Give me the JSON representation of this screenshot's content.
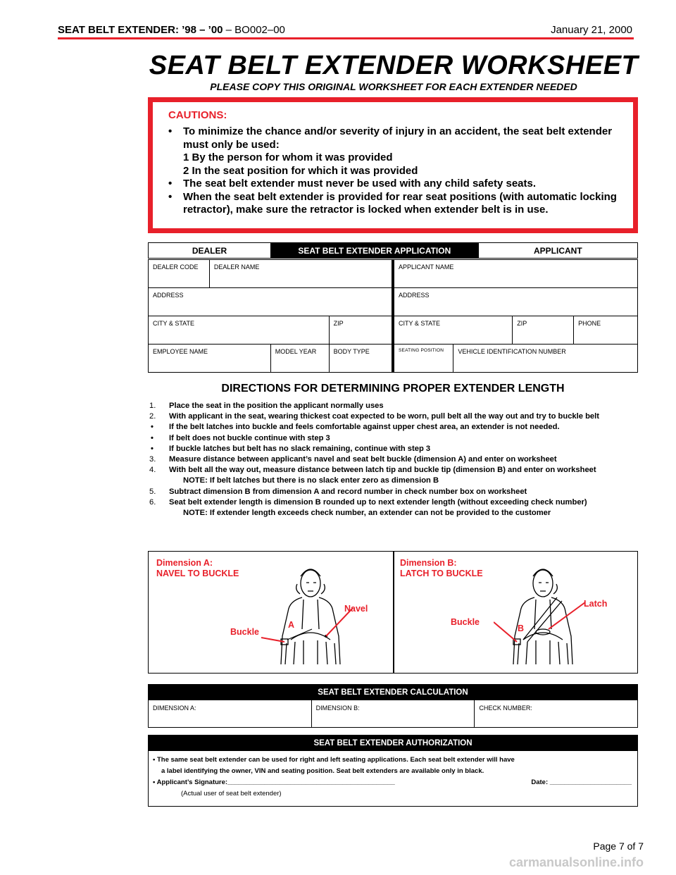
{
  "header": {
    "left_bold": "SEAT BELT EXTENDER: ’98 – ’00",
    "left_rest": " – BO002–00",
    "date": "January 21, 2000"
  },
  "title": "SEAT BELT EXTENDER WORKSHEET",
  "subtitle": "PLEASE COPY THIS ORIGINAL WORKSHEET FOR EACH EXTENDER NEEDED",
  "cautions": {
    "heading": "CAUTIONS:",
    "b1": "To minimize the chance and/or severity of injury in an accident, the seat belt extender must only be used:",
    "b1_s1": "1  By the person for whom it was provided",
    "b1_s2": "2  In the seat position for which it was provided",
    "b2": "The seat belt extender must never be used with any child safety seats.",
    "b3": "When the seat belt extender is provided for rear seat positions (with automatic locking retractor), make sure the retractor is locked when extender belt is in use.",
    "bullet": "•"
  },
  "application": {
    "dealer": "DEALER",
    "title": "SEAT BELT EXTENDER APPLICATION",
    "applicant": "APPLICANT",
    "dealer_code": "DEALER CODE",
    "dealer_name": "DEALER NAME",
    "applicant_name": "APPLICANT NAME",
    "address_l": "ADDRESS",
    "address_r": "ADDRESS",
    "city_l": "CITY & STATE",
    "zip_l": "ZIP",
    "city_r": "CITY & STATE",
    "zip_r": "ZIP",
    "phone": "PHONE",
    "employee": "EMPLOYEE NAME",
    "model_year": "MODEL YEAR",
    "body_type": "BODY TYPE",
    "seating": "SEATING  POSITION",
    "vin": "VEHICLE IDENTIFICATION NUMBER"
  },
  "directions": {
    "title": "DIRECTIONS FOR DETERMINING PROPER EXTENDER LENGTH",
    "n1": "1.",
    "s1": "Place the seat in the position the applicant normally uses",
    "n2": "2.",
    "s2": "With applicant in the seat, wearing thickest coat expected to be worn, pull belt all the way out and try to buckle belt",
    "bullet": "•",
    "b1": "If the belt latches into buckle and feels comfortable against upper chest area, an extender is not needed.",
    "b2": "If belt does not buckle continue with step 3",
    "b3": "If buckle latches but belt has no slack remaining, continue with step 3",
    "n3": "3.",
    "s3": "Measure distance between applicant’s navel and seat belt buckle (dimension A) and enter on worksheet",
    "n4": "4.",
    "s4": "With belt all the way out, measure distance between latch tip and buckle tip (dimension B) and enter on worksheet",
    "note4": "NOTE: If belt latches but there is no slack enter zero as dimension B",
    "n5": "5.",
    "s5": "Subtract dimension B from dimension A and record number in check number box on worksheet",
    "n6": "6.",
    "s6": "Seat belt extender length is dimension B rounded up to next extender length (without exceeding check number)",
    "note6": "NOTE: If extender length exceeds check number, an extender can not be provided to the customer"
  },
  "figures": {
    "a_title1": "Dimension A:",
    "a_title2": "NAVEL TO BUCKLE",
    "a_navel": "Navel",
    "a_buckle": "Buckle",
    "a_letter": "A",
    "b_title1": "Dimension B:",
    "b_title2": "LATCH TO BUCKLE",
    "b_latch": "Latch",
    "b_buckle": "Buckle",
    "b_letter": "B",
    "red": "#e8202a"
  },
  "calculation": {
    "title": "SEAT BELT EXTENDER CALCULATION",
    "dim_a": "DIMENSION A:",
    "dim_b": "DIMENSION B:",
    "check": "CHECK NUMBER:"
  },
  "authorization": {
    "title": "SEAT BELT EXTENDER AUTHORIZATION",
    "line1": "•  The same seat belt extender can be used for right and left seating applications.  Each seat belt extender will have",
    "line2": "a label identifying the owner, VIN and seating position.  Seat belt extenders are available only in black.",
    "sig": "•  Applicant’s Signature:_____________________________________________",
    "date": "Date: ______________________",
    "actual": "(Actual user of seat belt extender)"
  },
  "page": "Page 7 of 7",
  "watermark": "carmanualsonline.info"
}
